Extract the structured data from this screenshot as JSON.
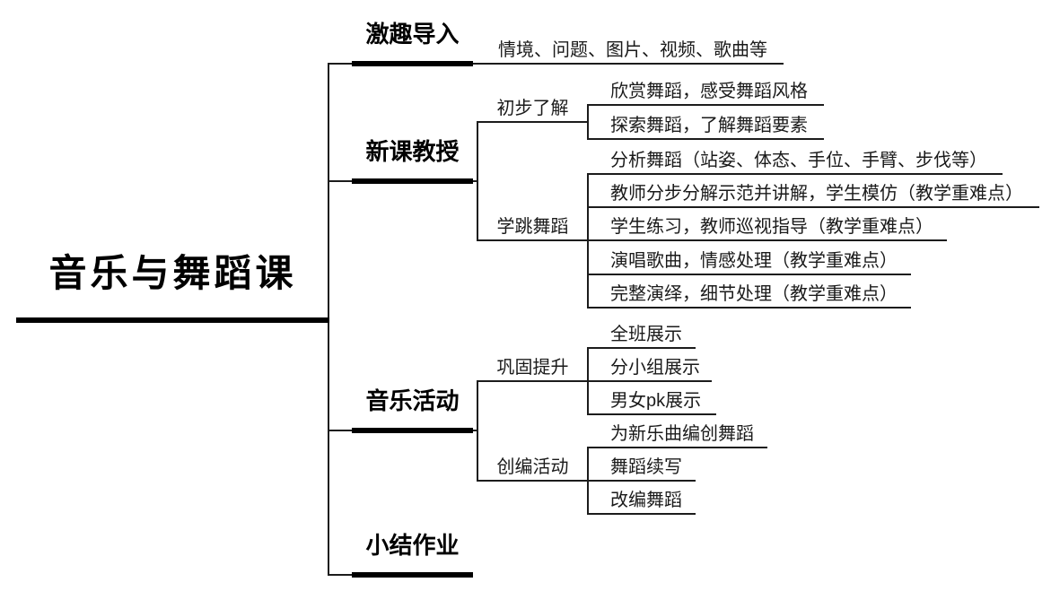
{
  "root": {
    "label": "音乐与舞蹈课"
  },
  "branches": [
    {
      "label": "激趣导入",
      "leaves": [
        "情境、问题、图片、视频、歌曲等"
      ]
    },
    {
      "label": "新课教授",
      "children": [
        {
          "label": "初步了解",
          "leaves": [
            "欣赏舞蹈，感受舞蹈风格",
            "探索舞蹈，了解舞蹈要素"
          ]
        },
        {
          "label": "学跳舞蹈",
          "leaves": [
            "分析舞蹈（站姿、体态、手位、手臂、步伐等）",
            "教师分步分解示范并讲解，学生模仿（教学重难点）",
            "学生练习，教师巡视指导（教学重难点）",
            "演唱歌曲，情感处理（教学重难点）",
            "完整演绎，细节处理（教学重难点）"
          ]
        }
      ]
    },
    {
      "label": "音乐活动",
      "children": [
        {
          "label": "巩固提升",
          "leaves": [
            "全班展示",
            "分小组展示",
            "男女pk展示"
          ]
        },
        {
          "label": "创编活动",
          "leaves": [
            "为新乐曲编创舞蹈",
            "舞蹈续写",
            "改编舞蹈"
          ]
        }
      ]
    },
    {
      "label": "小结作业"
    }
  ],
  "colors": {
    "background": "#ffffff",
    "text": "#000000",
    "line": "#1c1c1c"
  }
}
